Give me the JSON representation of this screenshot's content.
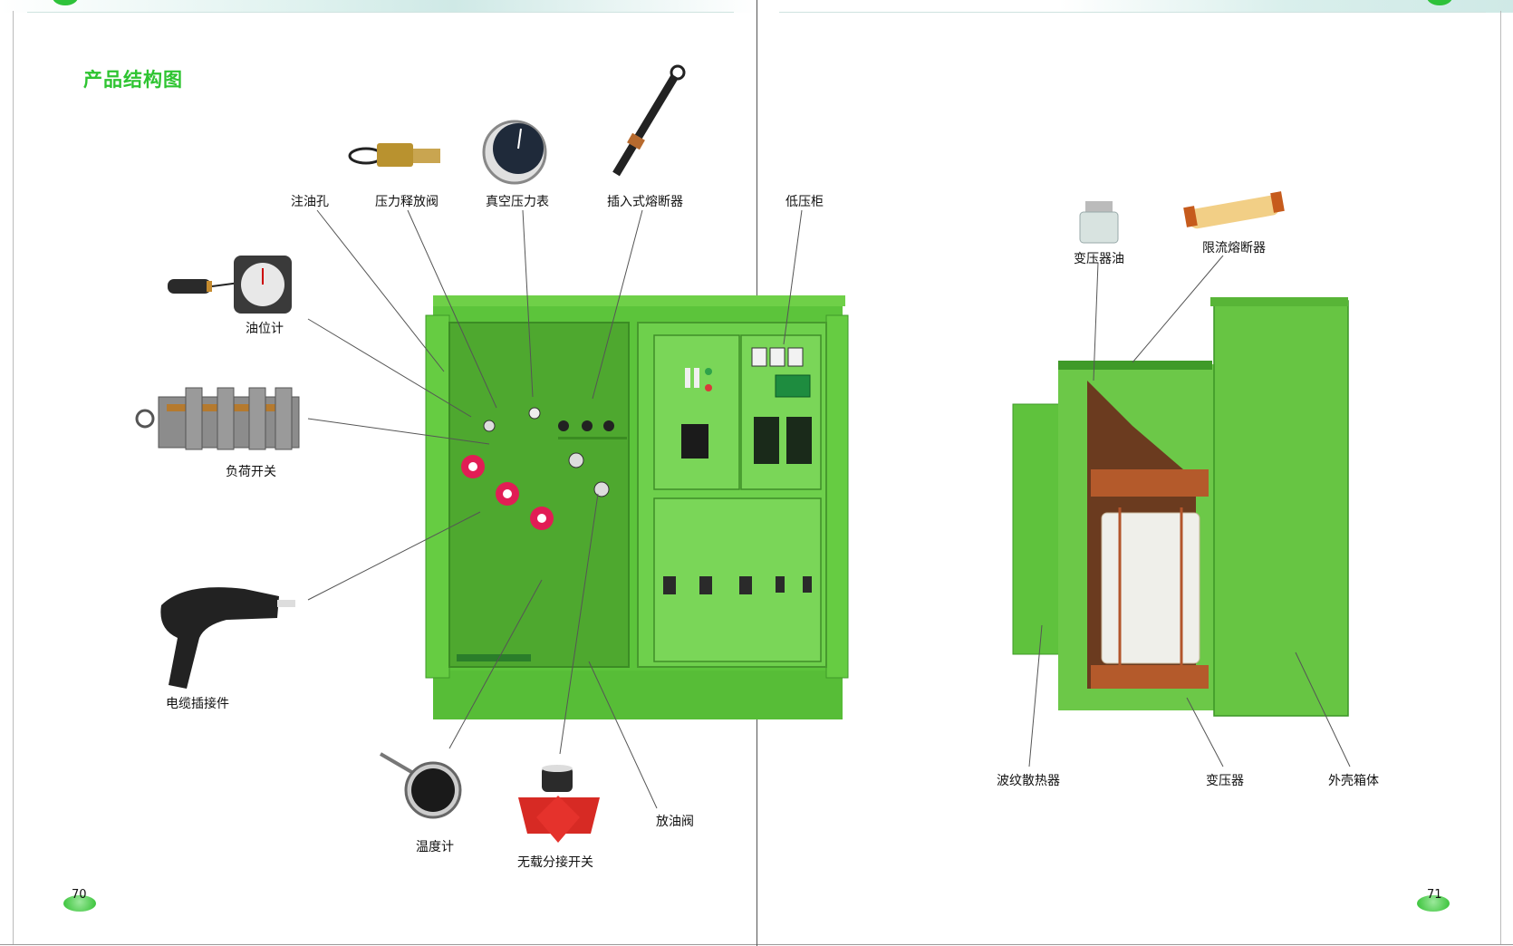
{
  "section": {
    "title": "产品结构图"
  },
  "labels": {
    "oil_fill_hole": "注油孔",
    "pressure_relief_valve": "压力释放阀",
    "vacuum_pressure_gauge": "真空压力表",
    "plug_in_fuse": "插入式熔断器",
    "low_voltage_cabinet": "低压柜",
    "oil_level_gauge": "油位计",
    "load_switch": "负荷开关",
    "cable_connector": "电缆插接件",
    "thermometer": "温度计",
    "no_load_tap_changer": "无载分接开关",
    "drain_valve": "放油阀",
    "transformer_oil": "变压器油",
    "current_limiting_fuse": "限流熔断器",
    "corrugated_radiator": "波纹散热器",
    "transformer": "变压器",
    "outer_shell": "外壳箱体"
  },
  "pages": {
    "left": "70",
    "right": "71"
  },
  "colors": {
    "accent": "#2ec431",
    "cabinet_green": "#5fc23d"
  }
}
